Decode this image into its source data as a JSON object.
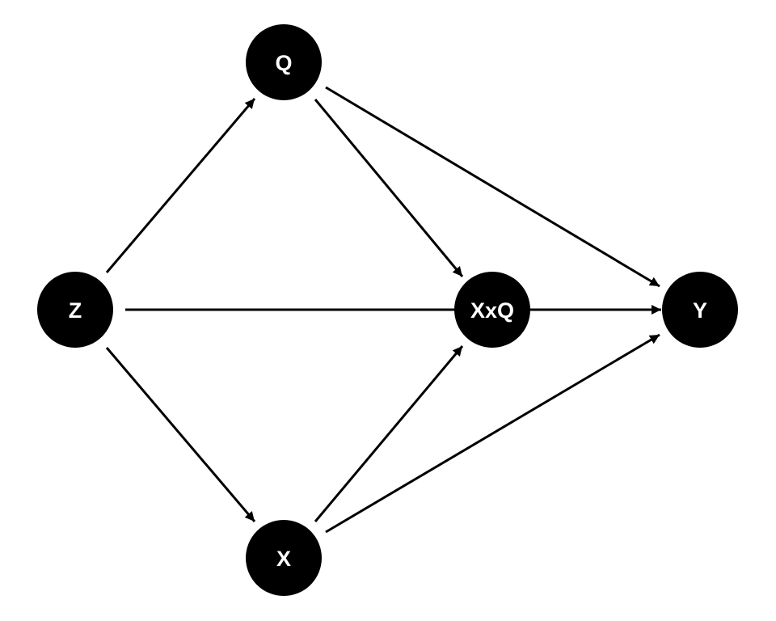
{
  "diagram": {
    "colors": {
      "node_fill": "#000000",
      "node_text": "#ffffff",
      "edge": "#000000",
      "background": "#ffffff"
    },
    "nodes": {
      "q": {
        "label": "Q"
      },
      "z": {
        "label": "Z"
      },
      "xxq": {
        "label": "XxQ"
      },
      "y": {
        "label": "Y"
      },
      "x": {
        "label": "X"
      }
    },
    "edges": [
      {
        "from": "z",
        "to": "q"
      },
      {
        "from": "z",
        "to": "x"
      },
      {
        "from": "z",
        "to": "xxq"
      },
      {
        "from": "q",
        "to": "xxq"
      },
      {
        "from": "q",
        "to": "y"
      },
      {
        "from": "x",
        "to": "xxq"
      },
      {
        "from": "x",
        "to": "y"
      },
      {
        "from": "xxq",
        "to": "y"
      }
    ]
  }
}
